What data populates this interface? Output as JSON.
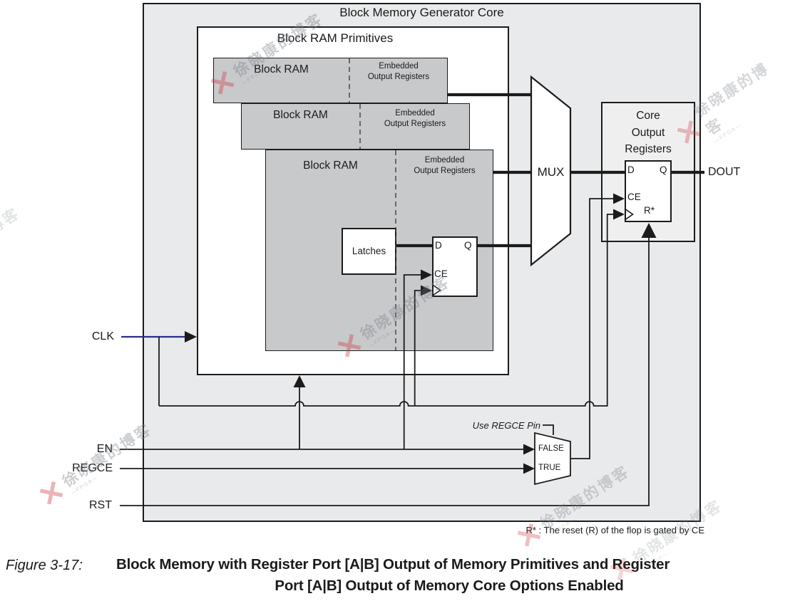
{
  "figure": {
    "outer_box_title": "Block Memory Generator Core",
    "primitives_box_title": "Block RAM Primitives",
    "block_ram_label": "Block RAM",
    "embedded_line1": "Embedded",
    "embedded_line2": "Output Registers",
    "latches_label": "Latches",
    "mux_label": "MUX",
    "core_box_title_lines": [
      "Core",
      "Output",
      "Registers"
    ],
    "ff": {
      "d": "D",
      "q": "Q",
      "ce": "CE",
      "r_star": "R*"
    },
    "signals": {
      "clk": "CLK",
      "en": "EN",
      "regce": "REGCE",
      "rst": "RST",
      "dout": "DOUT"
    },
    "regce_mux": {
      "label": "Use REGCE Pin",
      "input_false": "FALSE",
      "input_true": "TRUE"
    },
    "footnote": "R* : The reset (R) of the flop is gated by CE",
    "clk_wire_color": "#2b2e8c"
  },
  "caption": {
    "figure_label": "Figure 3-17:",
    "line1": "Block Memory with Register Port [A|B] Output of Memory Primitives and Register",
    "line2": "Port [A|B] Output of Memory Core Options Enabled"
  },
  "watermark": {
    "x_glyph": "✕",
    "text": "徐晓康的博客",
    "subtext": "—FPGA—"
  }
}
